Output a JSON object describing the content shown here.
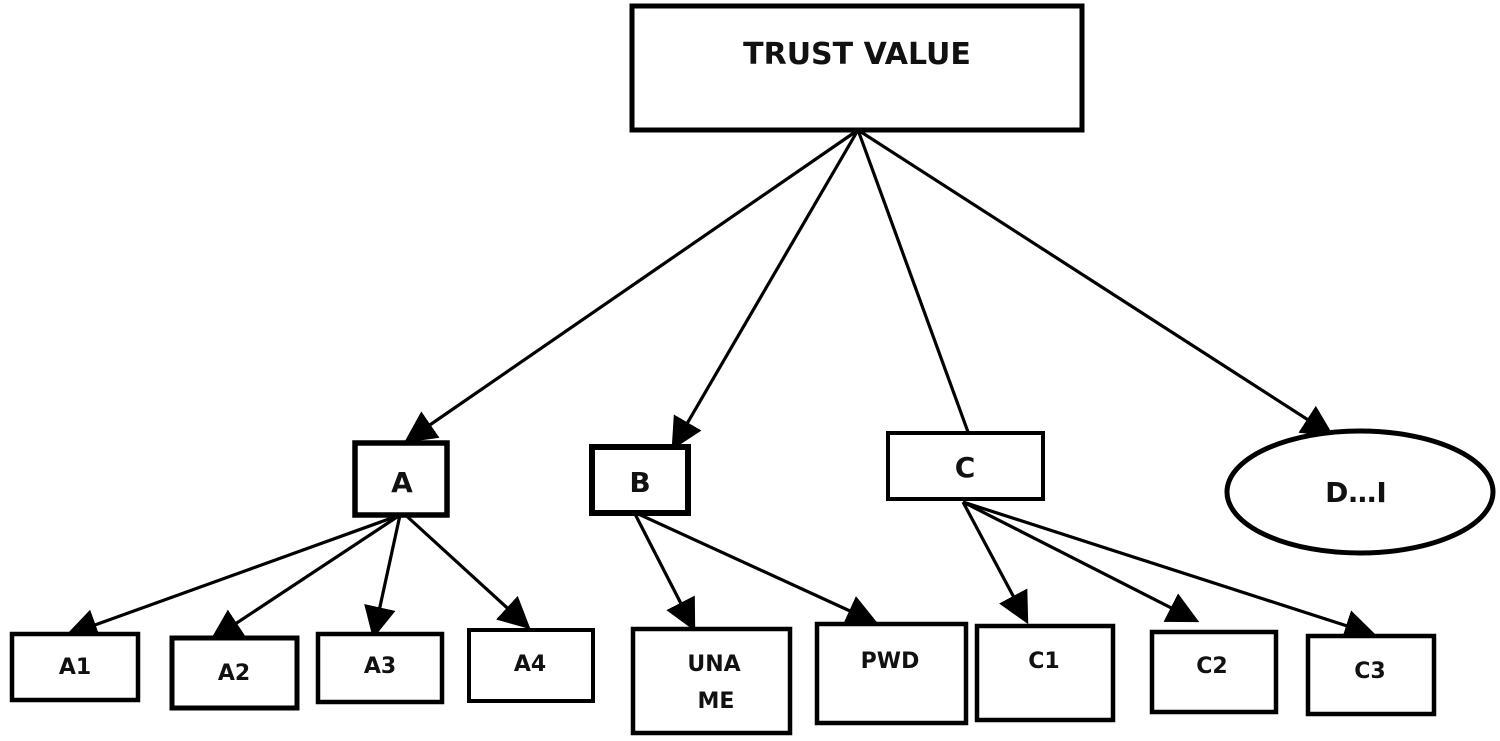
{
  "diagram": {
    "root": {
      "label": "TRUST VALUE"
    },
    "level1": [
      {
        "id": "A",
        "label": "A"
      },
      {
        "id": "B",
        "label": "B"
      },
      {
        "id": "C",
        "label": "C"
      },
      {
        "id": "D",
        "label": "D…I"
      }
    ],
    "level2": [
      {
        "id": "A1",
        "parent": "A",
        "label": "A1"
      },
      {
        "id": "A2",
        "parent": "A",
        "label": "A2"
      },
      {
        "id": "A3",
        "parent": "A",
        "label": "A3"
      },
      {
        "id": "A4",
        "parent": "A",
        "label": "A4"
      },
      {
        "id": "UNAME",
        "parent": "B",
        "label_line1": "UNA",
        "label_line2": "ME"
      },
      {
        "id": "PWD",
        "parent": "B",
        "label": "PWD"
      },
      {
        "id": "C1",
        "parent": "C",
        "label": "C1"
      },
      {
        "id": "C2",
        "parent": "C",
        "label": "C2"
      },
      {
        "id": "C3",
        "parent": "C",
        "label": "C3"
      }
    ],
    "colors": {
      "stroke": "#000000",
      "background": "#ffffff",
      "text": "#111111"
    }
  }
}
